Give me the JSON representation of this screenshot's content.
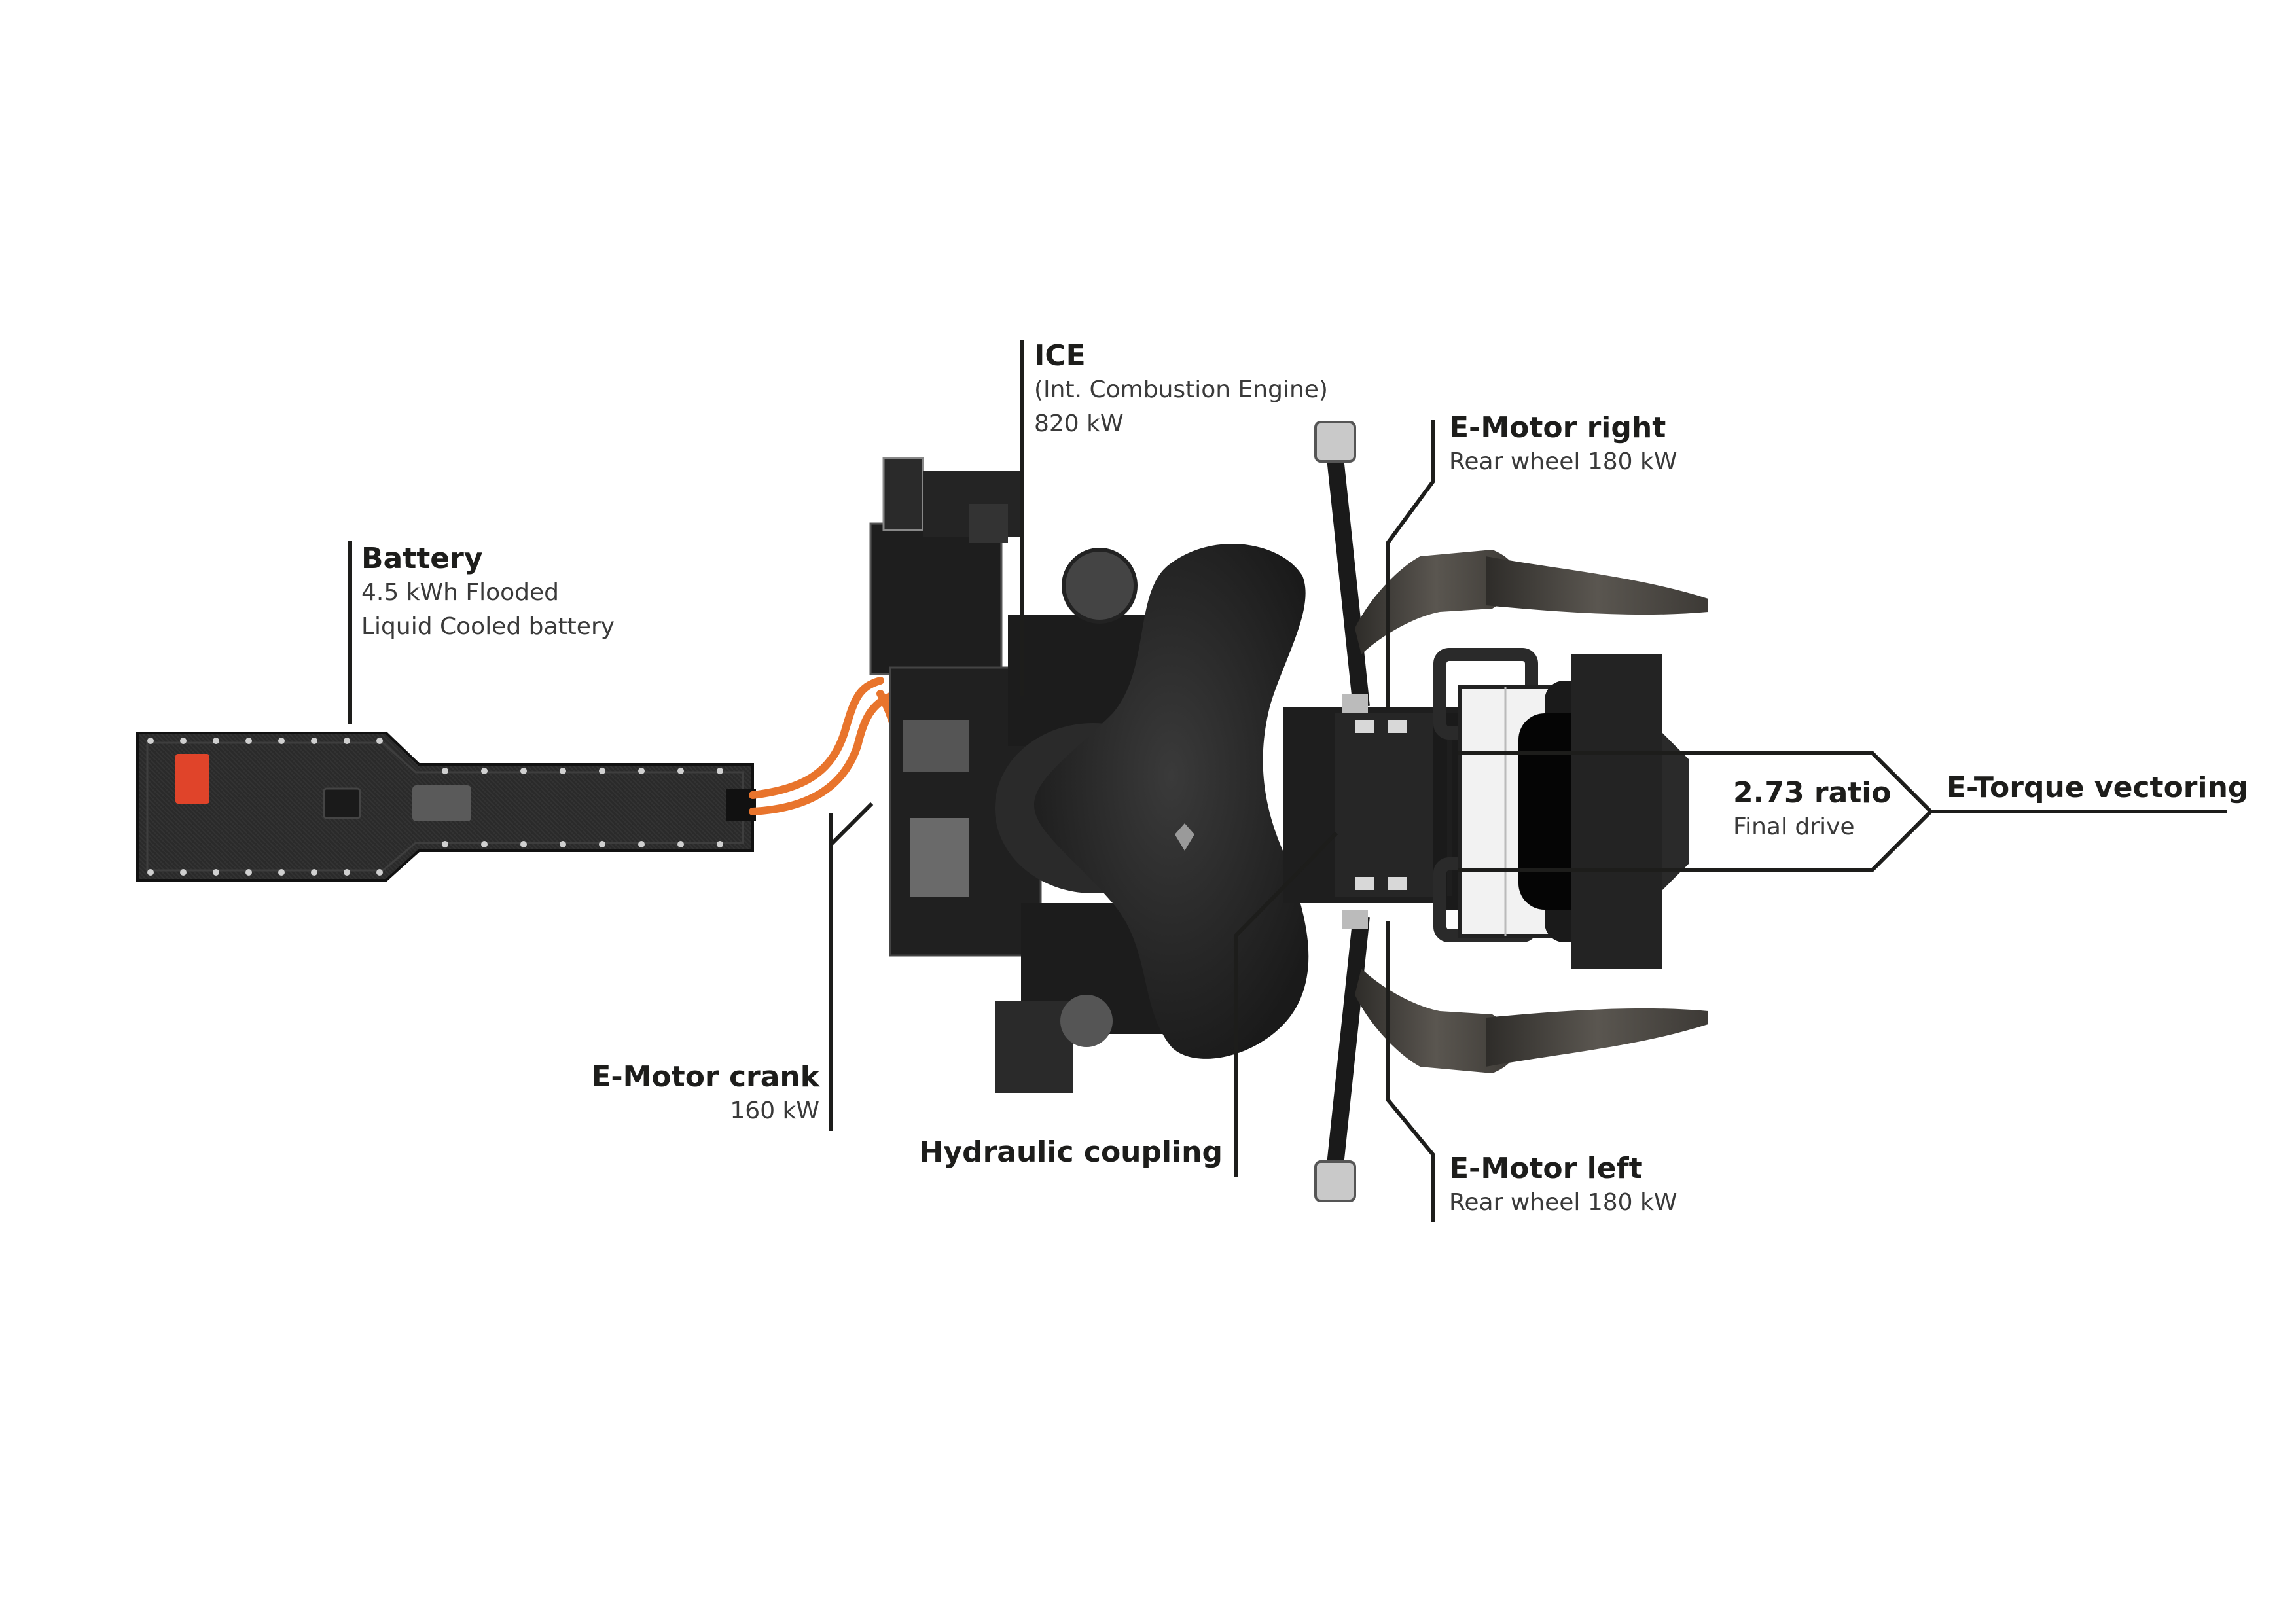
{
  "labels": {
    "ice": {
      "title": "ICE",
      "line1": "(Int. Combustion Engine)",
      "line2": "820 kW"
    },
    "battery": {
      "title": "Battery",
      "line1": "4.5 kWh Flooded",
      "line2": "Liquid Cooled battery"
    },
    "emotor_right": {
      "title": "E-Motor right",
      "line1": "Rear wheel 180 kW"
    },
    "emotor_left": {
      "title": "E-Motor left",
      "line1": "Rear wheel 180 kW"
    },
    "emotor_crank": {
      "title": "E-Motor crank",
      "line1": "160 kW"
    },
    "hydraulic": {
      "title": "Hydraulic coupling"
    },
    "final_drive": {
      "title": "2.73 ratio",
      "line1": "Final drive"
    },
    "torque": {
      "title": "E-Torque vectoring"
    }
  },
  "colors": {
    "leader": "#1d1d1b",
    "engine_dark": "#1b1b1b",
    "engine_mid": "#2b2b2b",
    "engine_light": "#3c3c3c",
    "cable": "#e8742c",
    "battery_red": "#e0442a",
    "silver": "#b8b8b8",
    "exhaust": "#4d4a45"
  }
}
